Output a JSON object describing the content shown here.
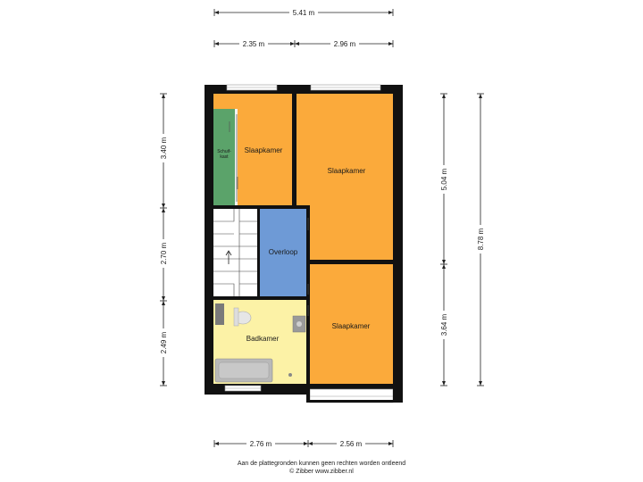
{
  "rooms": {
    "bedroom_top_left": "Slaapkamer",
    "bedroom_top_right": "Slaapkamer",
    "bedroom_bottom_right": "Slaapkamer",
    "landing": "Overloop",
    "bathroom": "Badkamer",
    "closet_line1": "Schuif-",
    "closet_line2": "kast"
  },
  "dimensions": {
    "top_total": "5.41 m",
    "top_left": "2.35 m",
    "top_right": "2.96 m",
    "left_upper": "3.40 m",
    "left_middle": "2.70 m",
    "left_lower": "2.49 m",
    "right_upper": "5.04 m",
    "right_lower": "3.64 m",
    "right_total": "8.78 m",
    "bottom_left": "2.76 m",
    "bottom_right": "2.56 m"
  },
  "footer": {
    "disclaimer": "Aan de plattegronden kunnen geen rechten worden ontleend",
    "copyright": "© Zibber www.zibber.nl"
  },
  "colors": {
    "bedroom": "#FBAA3B",
    "landing": "#6E9AD6",
    "bathroom": "#FCF2A6",
    "closet": "#5BA36A",
    "wall": "#111111",
    "stairs": "#ffffff"
  }
}
